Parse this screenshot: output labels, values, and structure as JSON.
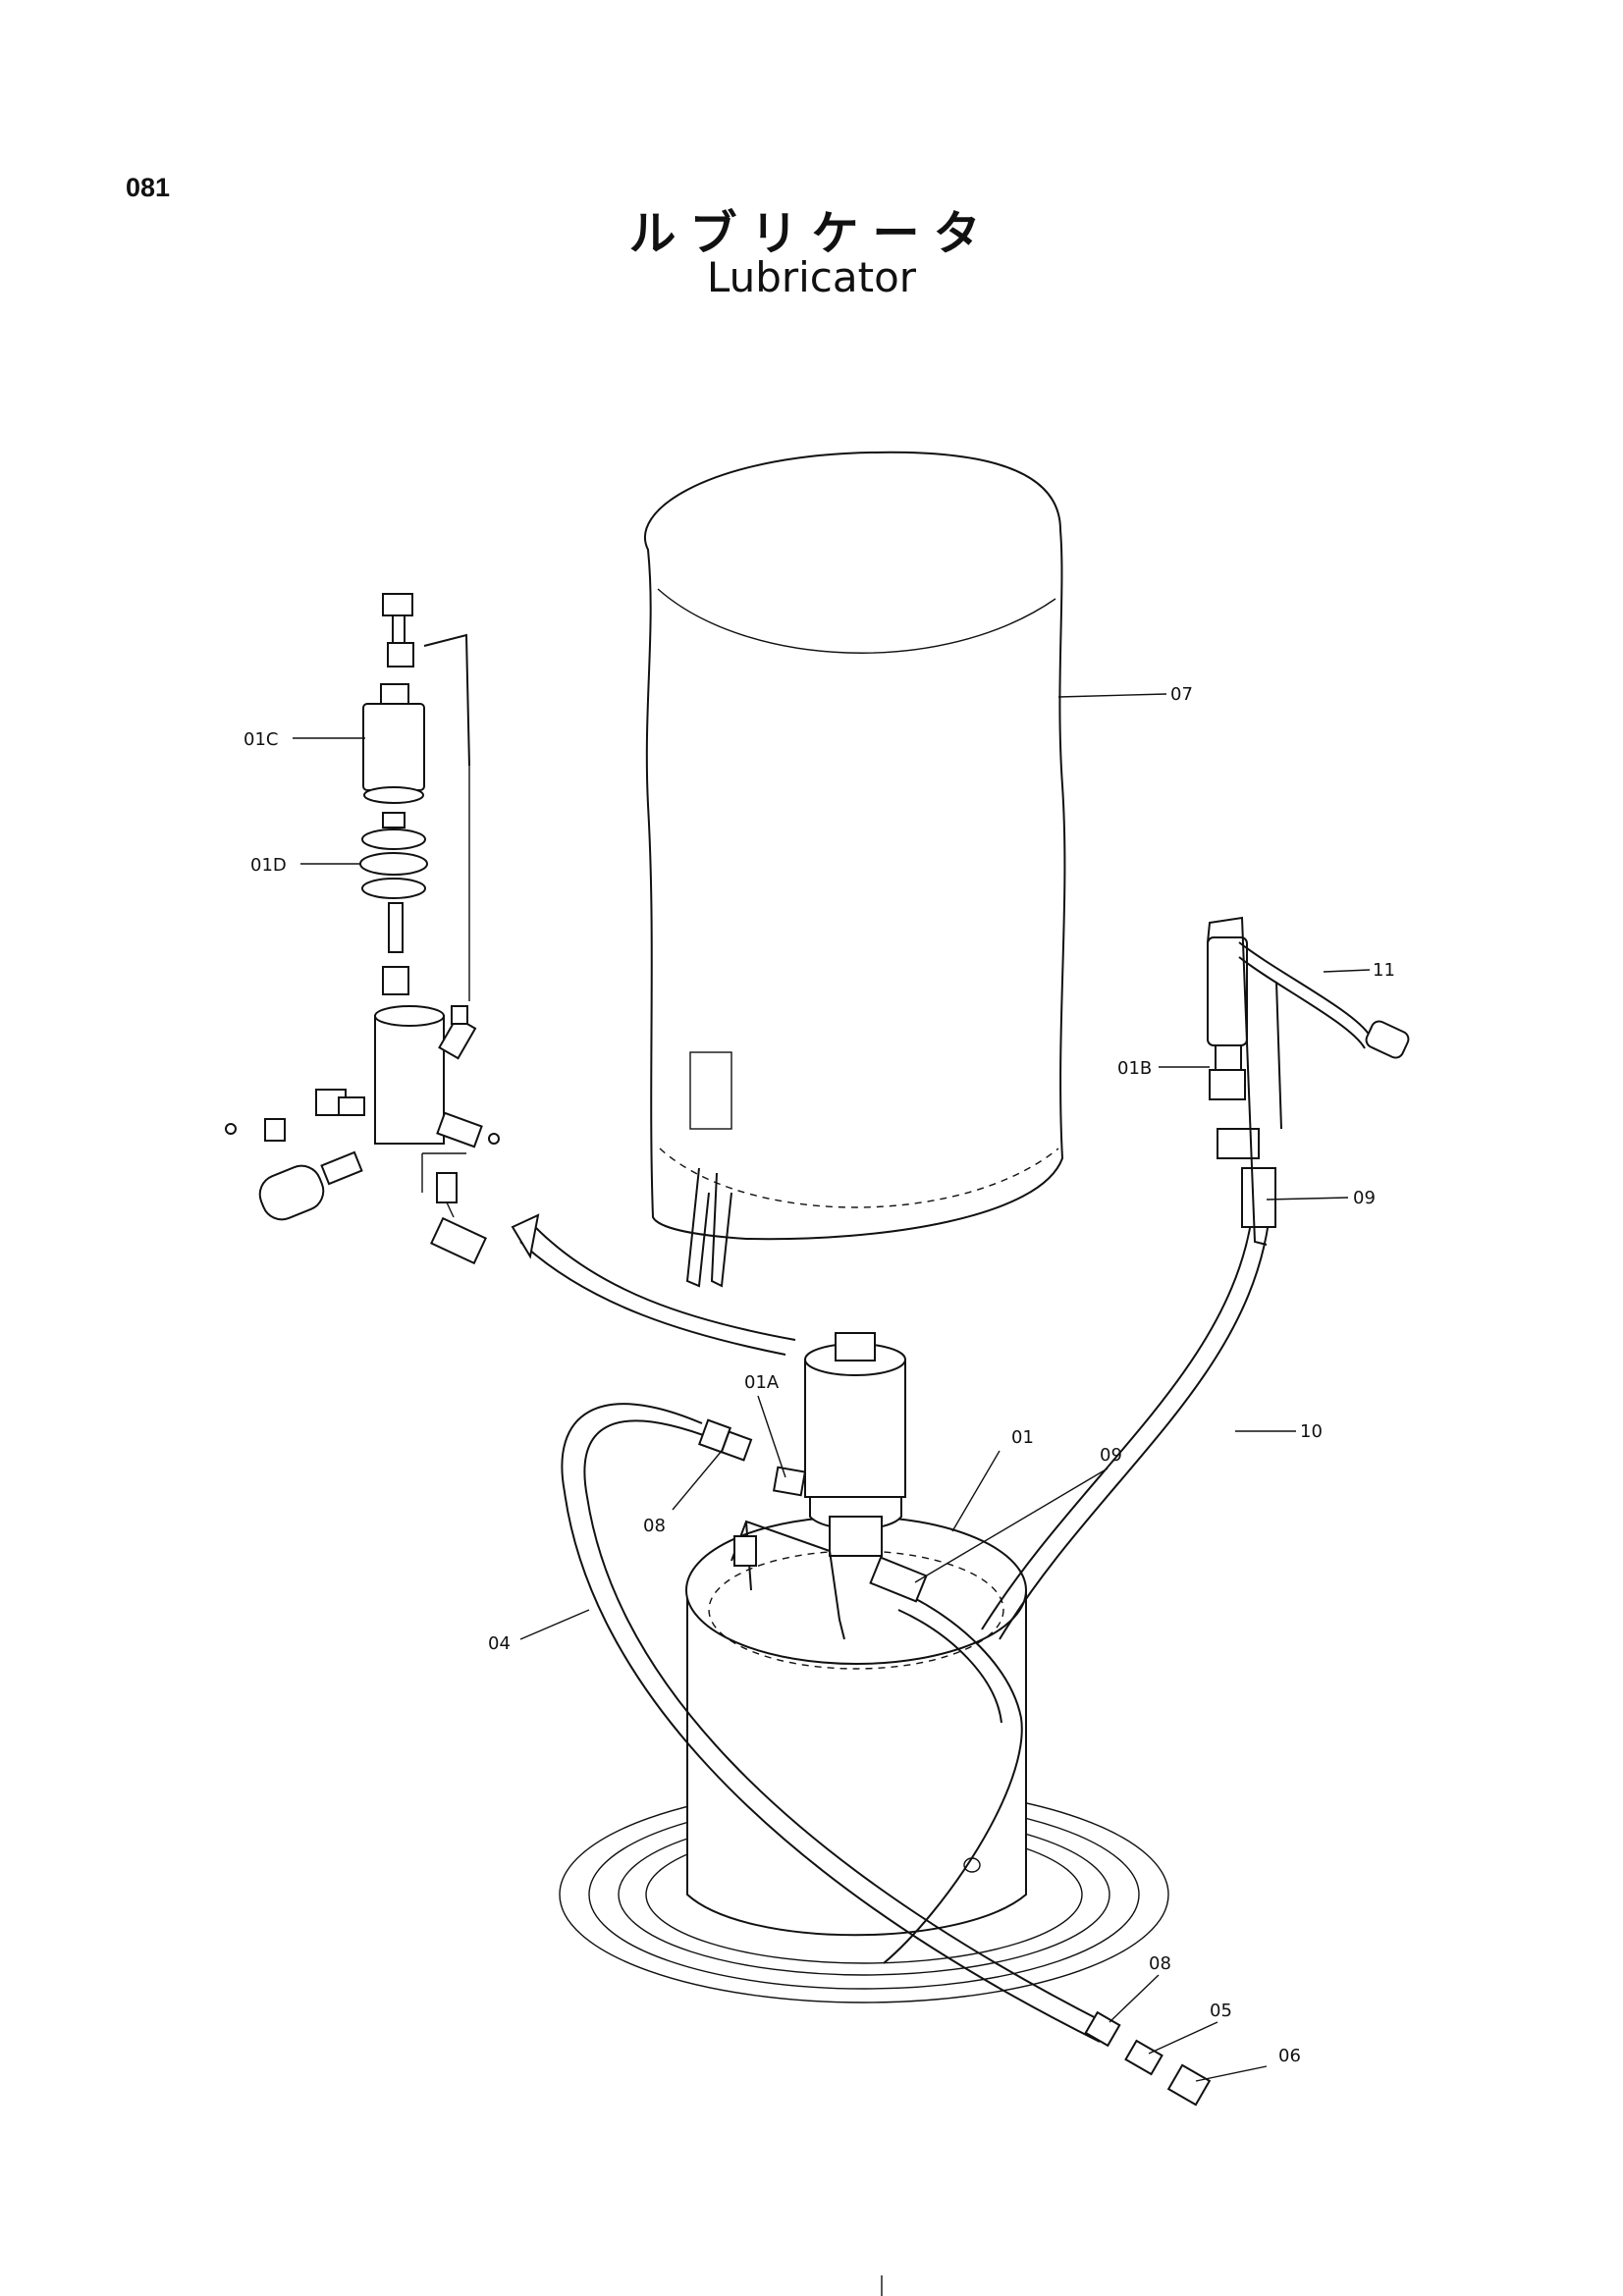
{
  "page_code": "081",
  "title_jp": "ルブリケータ",
  "title_en": "Lubricator",
  "callouts": {
    "c07": "07",
    "c01C": "01C",
    "c01D": "01D",
    "c11": "11",
    "c01B": "01B",
    "c09_upper": "09",
    "c01A": "01A",
    "c01": "01",
    "c09_lower": "09",
    "c10": "10",
    "c08_left": "08",
    "c04": "04",
    "c08_right": "08",
    "c05": "05",
    "c06": "06"
  }
}
